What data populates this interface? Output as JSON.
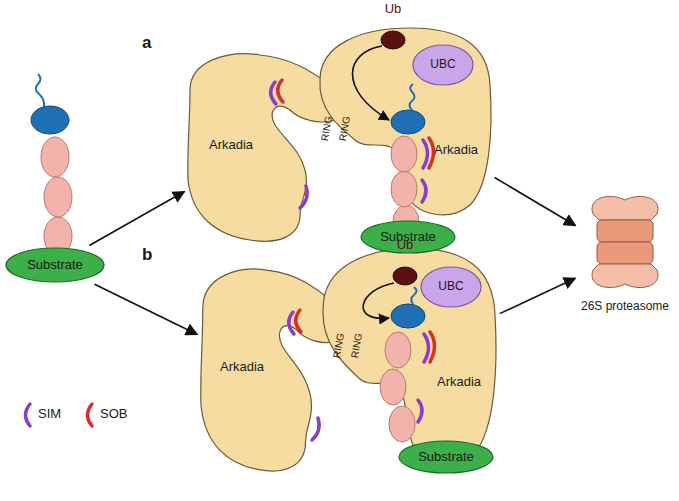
{
  "diagram": {
    "nodes": [
      {
        "text": [
          "Substrate"
        ]
      },
      {
        "text": [
          "Arkadia"
        ]
      },
      {
        "text": [
          "Arkadia"
        ]
      },
      {
        "text": [
          "Ub"
        ]
      },
      {
        "text": [
          "UBC"
        ]
      },
      {
        "text": [
          "Substrate"
        ]
      },
      {
        "text": [
          "Arkadia"
        ]
      },
      {
        "text": [
          "Arkadia"
        ]
      },
      {
        "text": [
          "Ub"
        ]
      },
      {
        "text": [
          "UBC"
        ]
      },
      {
        "text": [
          "Substrate"
        ]
      },
      {
        "text": [
          "26S proteasome"
        ]
      }
    ],
    "edges": [
      {
        "from": 0,
        "to": 1,
        "arrow": "to"
      },
      {
        "from": 0,
        "to": 6,
        "arrow": "to"
      },
      {
        "from": 2,
        "to": 11,
        "arrow": "to"
      },
      {
        "from": 7,
        "to": 11,
        "arrow": "to"
      }
    ],
    "labels": [
      "a",
      "RING",
      "RING",
      "b",
      "RING",
      "RING"
    ],
    "legend": [
      {
        "text": "SIM"
      },
      {
        "text": "SOB"
      }
    ]
  }
}
